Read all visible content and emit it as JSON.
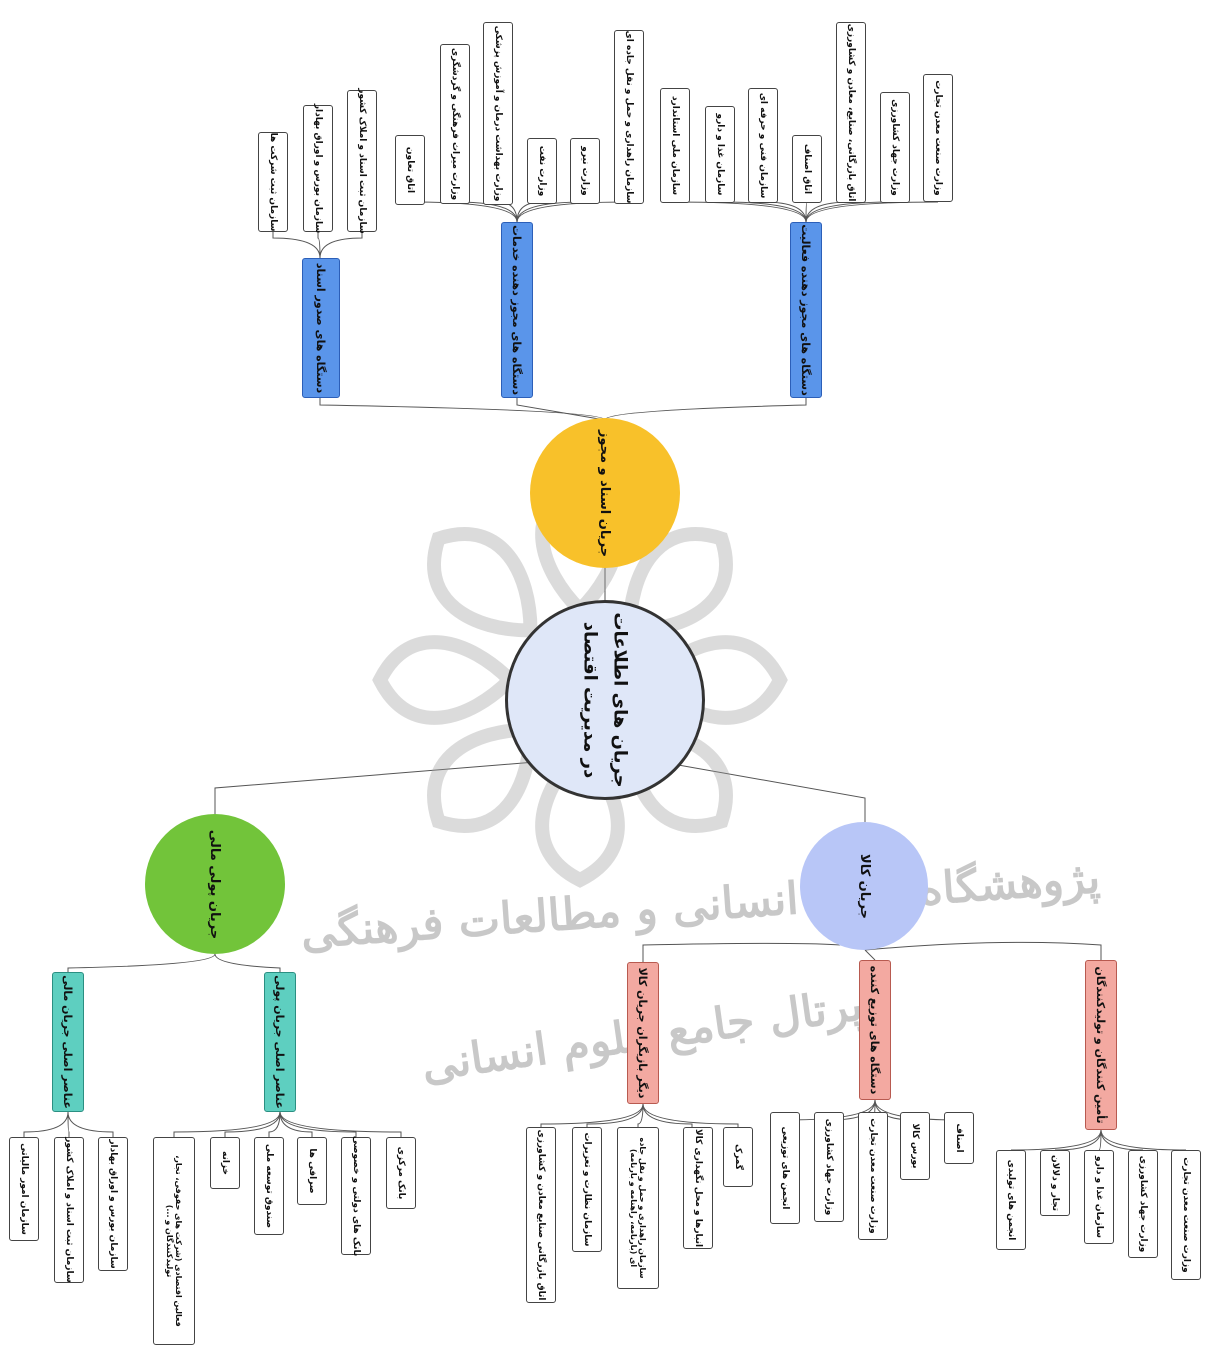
{
  "center": {
    "line1": "جریان های اطلاعات",
    "line2": "در مدیریت اقتصاد"
  },
  "license_flow": {
    "label": "جریان اسناد و مجوز"
  },
  "goods_flow": {
    "label": "جریان کالا"
  },
  "money_flow": {
    "label": "جریان پولی مالی"
  },
  "license_groups": [
    {
      "label": "دستگاه های صدور اسناد",
      "leaves": [
        "سازمان ثبت شرکت ها",
        "سازمان بورس و اوراق بهادار",
        "سازمان ثبت اسناد و املاک کشور"
      ]
    },
    {
      "label": "دستگاه های مجوز دهنده خدمات",
      "leaves": [
        "اتاق تعاون",
        "وزارت میراث فرهنگی و گردشگری",
        "وزارت بهداشت درمان و آموزش پزشکی",
        "وزارت نفت",
        "وزارت نیرو",
        "سازمان راهداری و حمل و نقل جاده ای"
      ]
    },
    {
      "label": "دستگاه های مجوز دهنده فعالیت",
      "leaves": [
        "سازمان ملی استاندارد",
        "سازمان غذا و دارو",
        "سازمان فنی و حرفه ای",
        "اتاق اصناف",
        "اتاق بازرگانی، صنایع، معادن و کشاورزی",
        "وزارت جهاد کشاورزی",
        "وزارت صنعت معدن تجارت"
      ]
    }
  ],
  "goods_groups": [
    {
      "label": "دیگر بازیگران جریان کالا",
      "leaves": [
        "اتاق بازرگانی صنایع معادن و کشاورزی",
        "سازمان نظارت و تعزیرات",
        "سازمان راهداری و حمل و نقل جاده ای (بارنامه، راهنامه و بارنامه)",
        "انبارها و محل نگهداری کالا",
        "گمرک"
      ]
    },
    {
      "label": "دستگاه های توزیع کننده",
      "leaves": [
        "انجمن های توزیعی",
        "وزارت جهاد کشاورزی",
        "وزارت صنعت معدن تجارت",
        "بورس کالا",
        "اصناف"
      ]
    },
    {
      "label": "تأمین کنندگان و تولیدکنندگان",
      "leaves": [
        "انجمن های تولیدی",
        "تجار و دلالان",
        "سازمان غذا و دارو",
        "وزارت جهاد کشاورزی",
        "وزارت صنعت معدن تجارت"
      ]
    }
  ],
  "money_groups": [
    {
      "label": "عناصر اصلی جریان مالی",
      "leaves": [
        "سازمان امور مالیاتی",
        "سازمان ثبت اسناد و املاک کشور",
        "سازمان بورس و اوراق بهادار"
      ]
    },
    {
      "label": "عناصر اصلی جریان پولی",
      "leaves": [
        "فعالین اقتصادی (شرکت های حقوقی، تجار، تولیدکنندگان و ...)",
        "خزانه",
        "صندوق توسعه ملی",
        "صرافی ها",
        "بانک های دولتی و خصوصی",
        "بانک مرکزی"
      ]
    }
  ],
  "watermark": {
    "line1": "پژوهشگاه علوم انسانی و مطالعات فرهنگی",
    "line2": "پرتال جامع علوم انسانی"
  },
  "colors": {
    "center": "#dfe7f8",
    "license": "#f8c12a",
    "goods": "#b8c6f7",
    "money": "#72c43a",
    "blue": "#5a95ea",
    "pink": "#f3a9a1",
    "teal": "#5ecfc0",
    "line": "#555555"
  }
}
